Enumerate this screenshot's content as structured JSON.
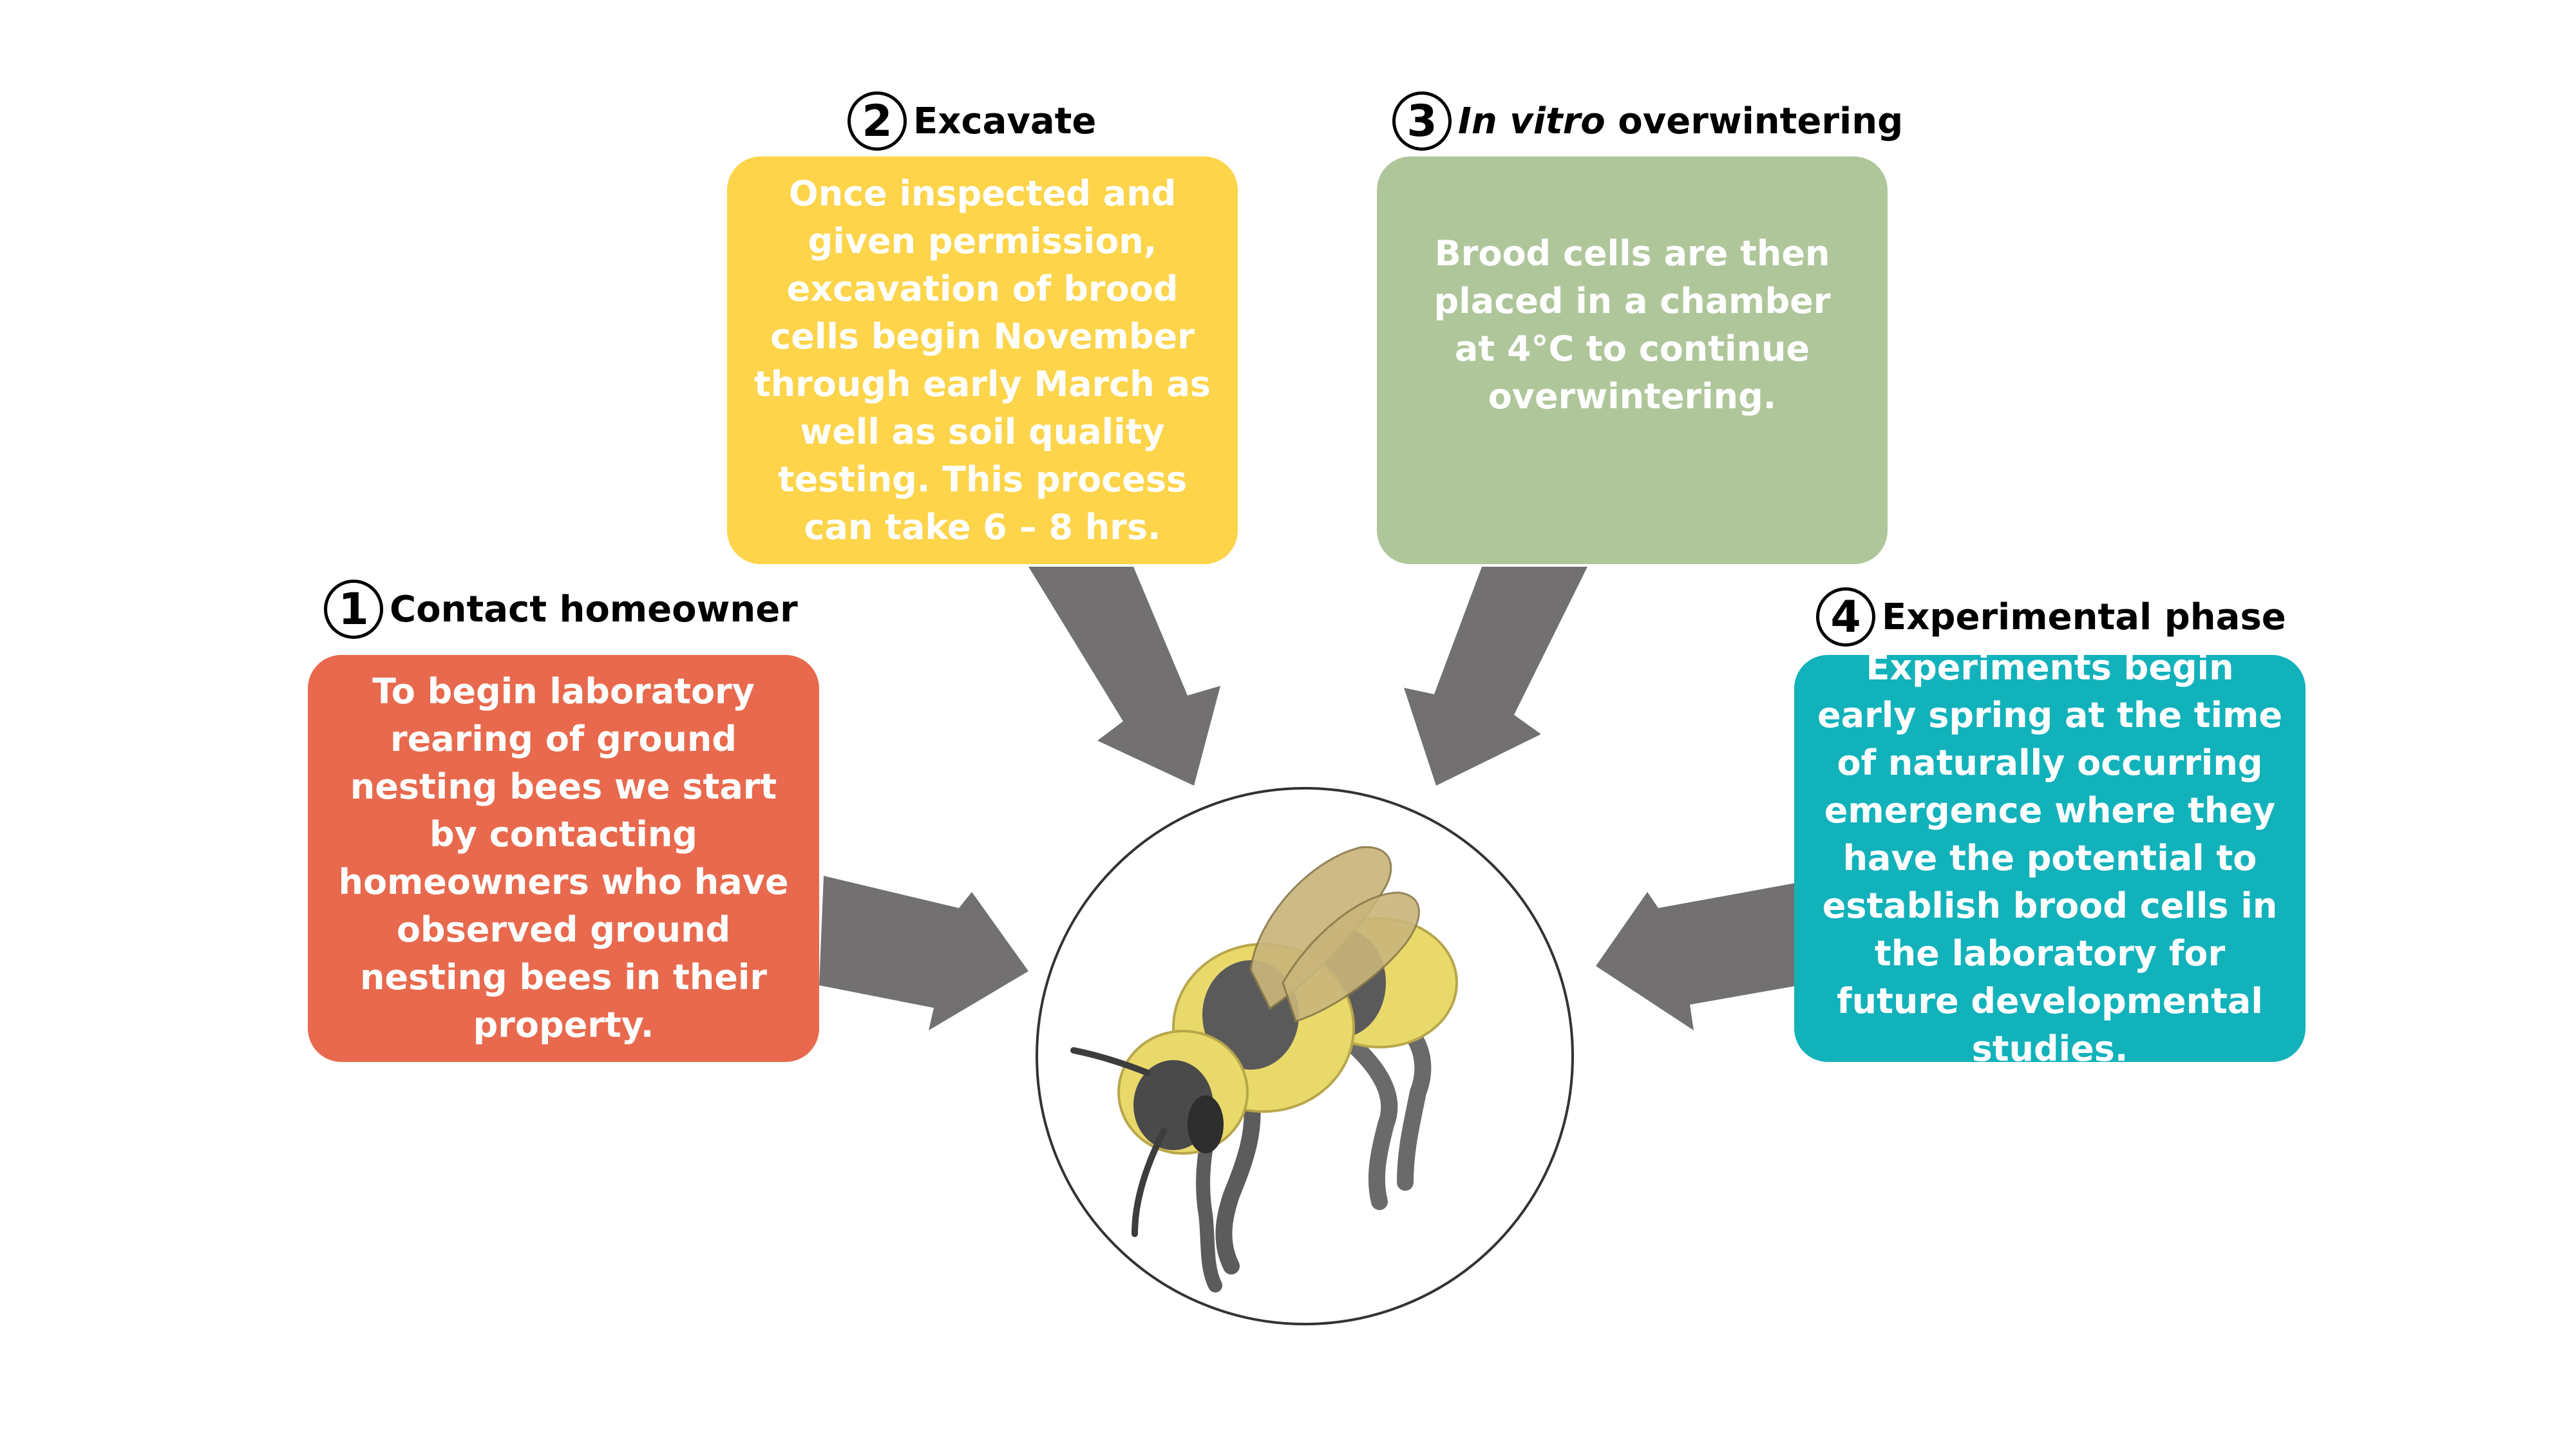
{
  "steps": [
    {
      "number": "1",
      "title": "Contact homeowner",
      "color": "#E8694D",
      "text": "To begin laboratory rearing of ground nesting bees we start by contacting homeowners who have observed ground nesting bees in their property."
    },
    {
      "number": "2",
      "title": "Excavate",
      "color": "#FDD44A",
      "text": "Once inspected and given permission, excavation of brood cells begin November through early March as well as soil quality testing. This process can take 6 – 8 hrs."
    },
    {
      "number": "3",
      "title_italic": "In vitro",
      "title_rest": " overwintering",
      "color": "#AFC69A",
      "text": "Brood cells are then placed in a chamber at 4°C to continue overwintering."
    },
    {
      "number": "4",
      "title": "Experimental phase",
      "color": "#12B2BB",
      "text": "Experiments begin early spring at the time of naturally occurring emergence where they have the potential to establish brood cells in the laboratory for future developmental studies."
    }
  ],
  "colors": {
    "arrow": "#727070",
    "bee_yellow": "#E9D96A",
    "bee_dark": "#5A5A5A",
    "wing": "#C9B57A"
  },
  "center_image": "bee-illustration"
}
